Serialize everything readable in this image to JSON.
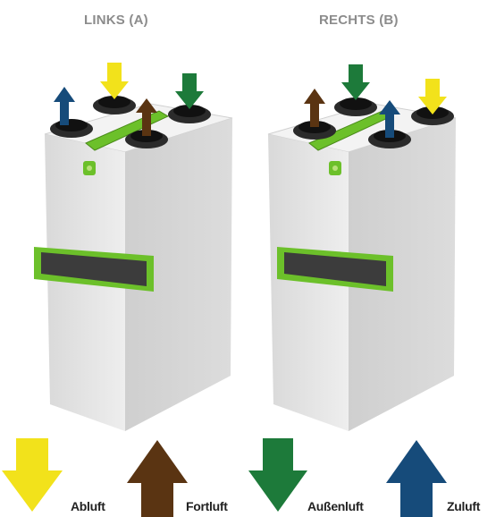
{
  "headings": {
    "left": "LINKS (A)",
    "right": "RECHTS (B)"
  },
  "colors": {
    "abluft": "#f2e21b",
    "fortluft": "#5a3412",
    "aussenluft": "#1d7a3a",
    "zuluft": "#164b7a",
    "accent_green": "#6cc02a",
    "housing": "#e9e9e9"
  },
  "legend": [
    {
      "label": "Abluft",
      "direction": "down",
      "color": "#f2e21b"
    },
    {
      "label": "Fortluft",
      "direction": "up",
      "color": "#5a3412"
    },
    {
      "label": "Außenluft",
      "direction": "down",
      "color": "#1d7a3a"
    },
    {
      "label": "Zuluft",
      "direction": "up",
      "color": "#164b7a"
    }
  ]
}
